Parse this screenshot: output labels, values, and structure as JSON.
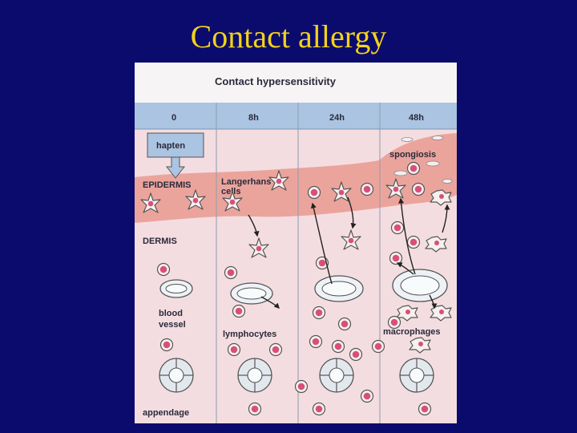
{
  "slide": {
    "title": "Contact allergy"
  },
  "figure": {
    "title": "Contact hypersensitivity",
    "timepoints": [
      "0",
      "8h",
      "24h",
      "48h"
    ],
    "labels": {
      "hapten": "hapten",
      "epidermis": "EPIDERMIS",
      "dermis": "DERMIS",
      "langerhans": [
        "Langerhans'",
        "cells"
      ],
      "spongiosis": "spongiosis",
      "blood_vessel": [
        "blood",
        "vessel"
      ],
      "lymphocytes": "lymphocytes",
      "macrophages": "macrophages",
      "appendage": "appendage"
    },
    "colors": {
      "header_band": "#aac4e2",
      "epidermis": "#eaa49c",
      "dermis": "#f4dde0",
      "cell_fill": "#d85078",
      "arrow": "#222222"
    }
  }
}
